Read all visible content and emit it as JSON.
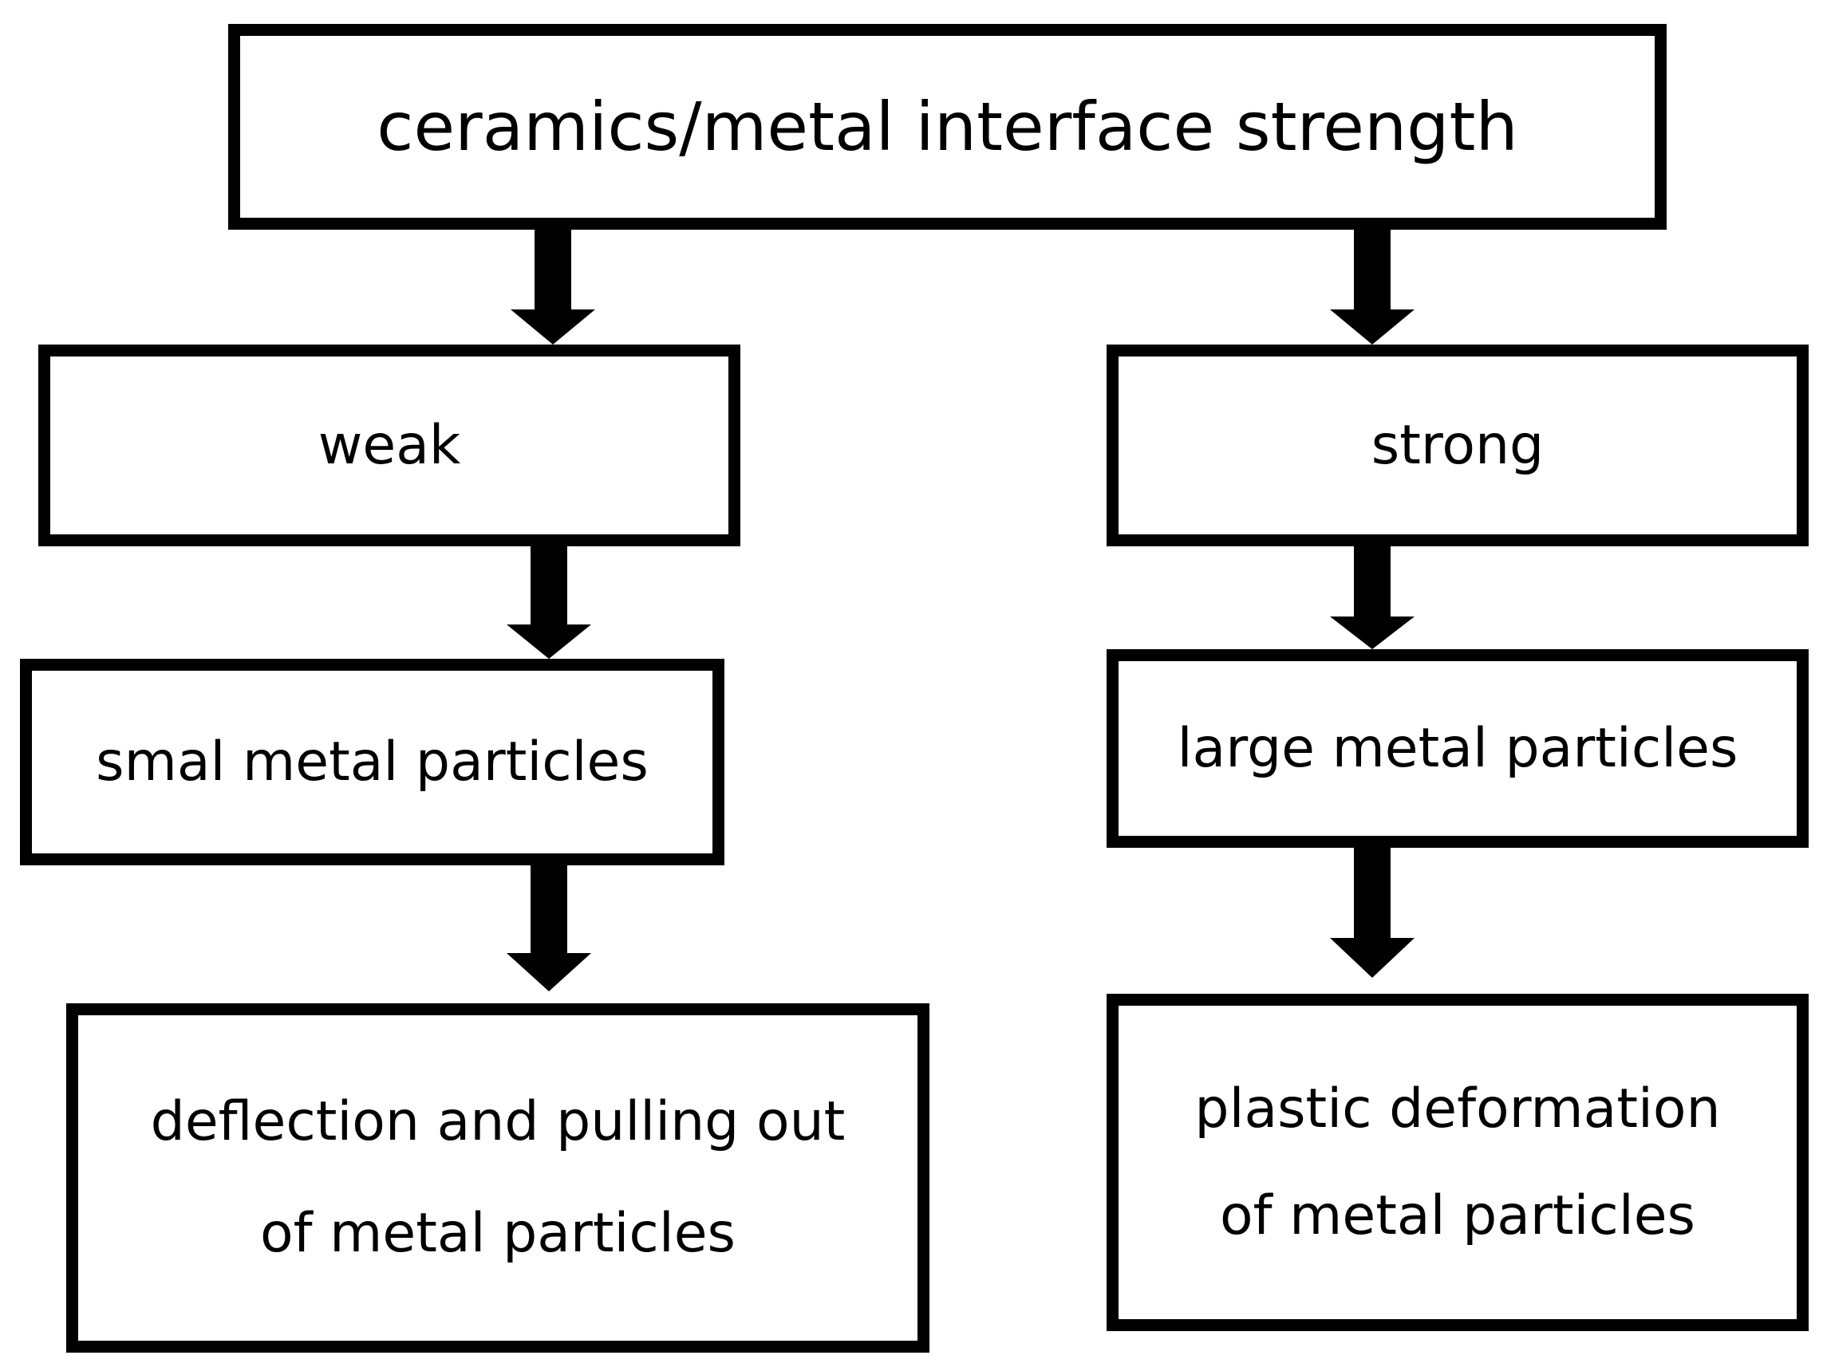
{
  "diagram": {
    "nodes": {
      "root": {
        "lines": [
          "ceramics/metal interface strength"
        ]
      },
      "weak": {
        "lines": [
          "weak"
        ]
      },
      "strong": {
        "lines": [
          "strong"
        ]
      },
      "small": {
        "lines": [
          "smal metal particles"
        ]
      },
      "large": {
        "lines": [
          "large metal particles"
        ]
      },
      "deflection": {
        "lines": [
          "deflection and pulling out",
          "of metal particles"
        ]
      },
      "plastic": {
        "lines": [
          "plastic deformation",
          "of metal particles"
        ]
      }
    },
    "edges": [
      {
        "from": "root",
        "to": "weak"
      },
      {
        "from": "root",
        "to": "strong"
      },
      {
        "from": "weak",
        "to": "small"
      },
      {
        "from": "strong",
        "to": "large"
      },
      {
        "from": "small",
        "to": "deflection"
      },
      {
        "from": "large",
        "to": "plastic"
      }
    ],
    "colors": {
      "stroke": "#000000",
      "fill": "#ffffff"
    }
  }
}
